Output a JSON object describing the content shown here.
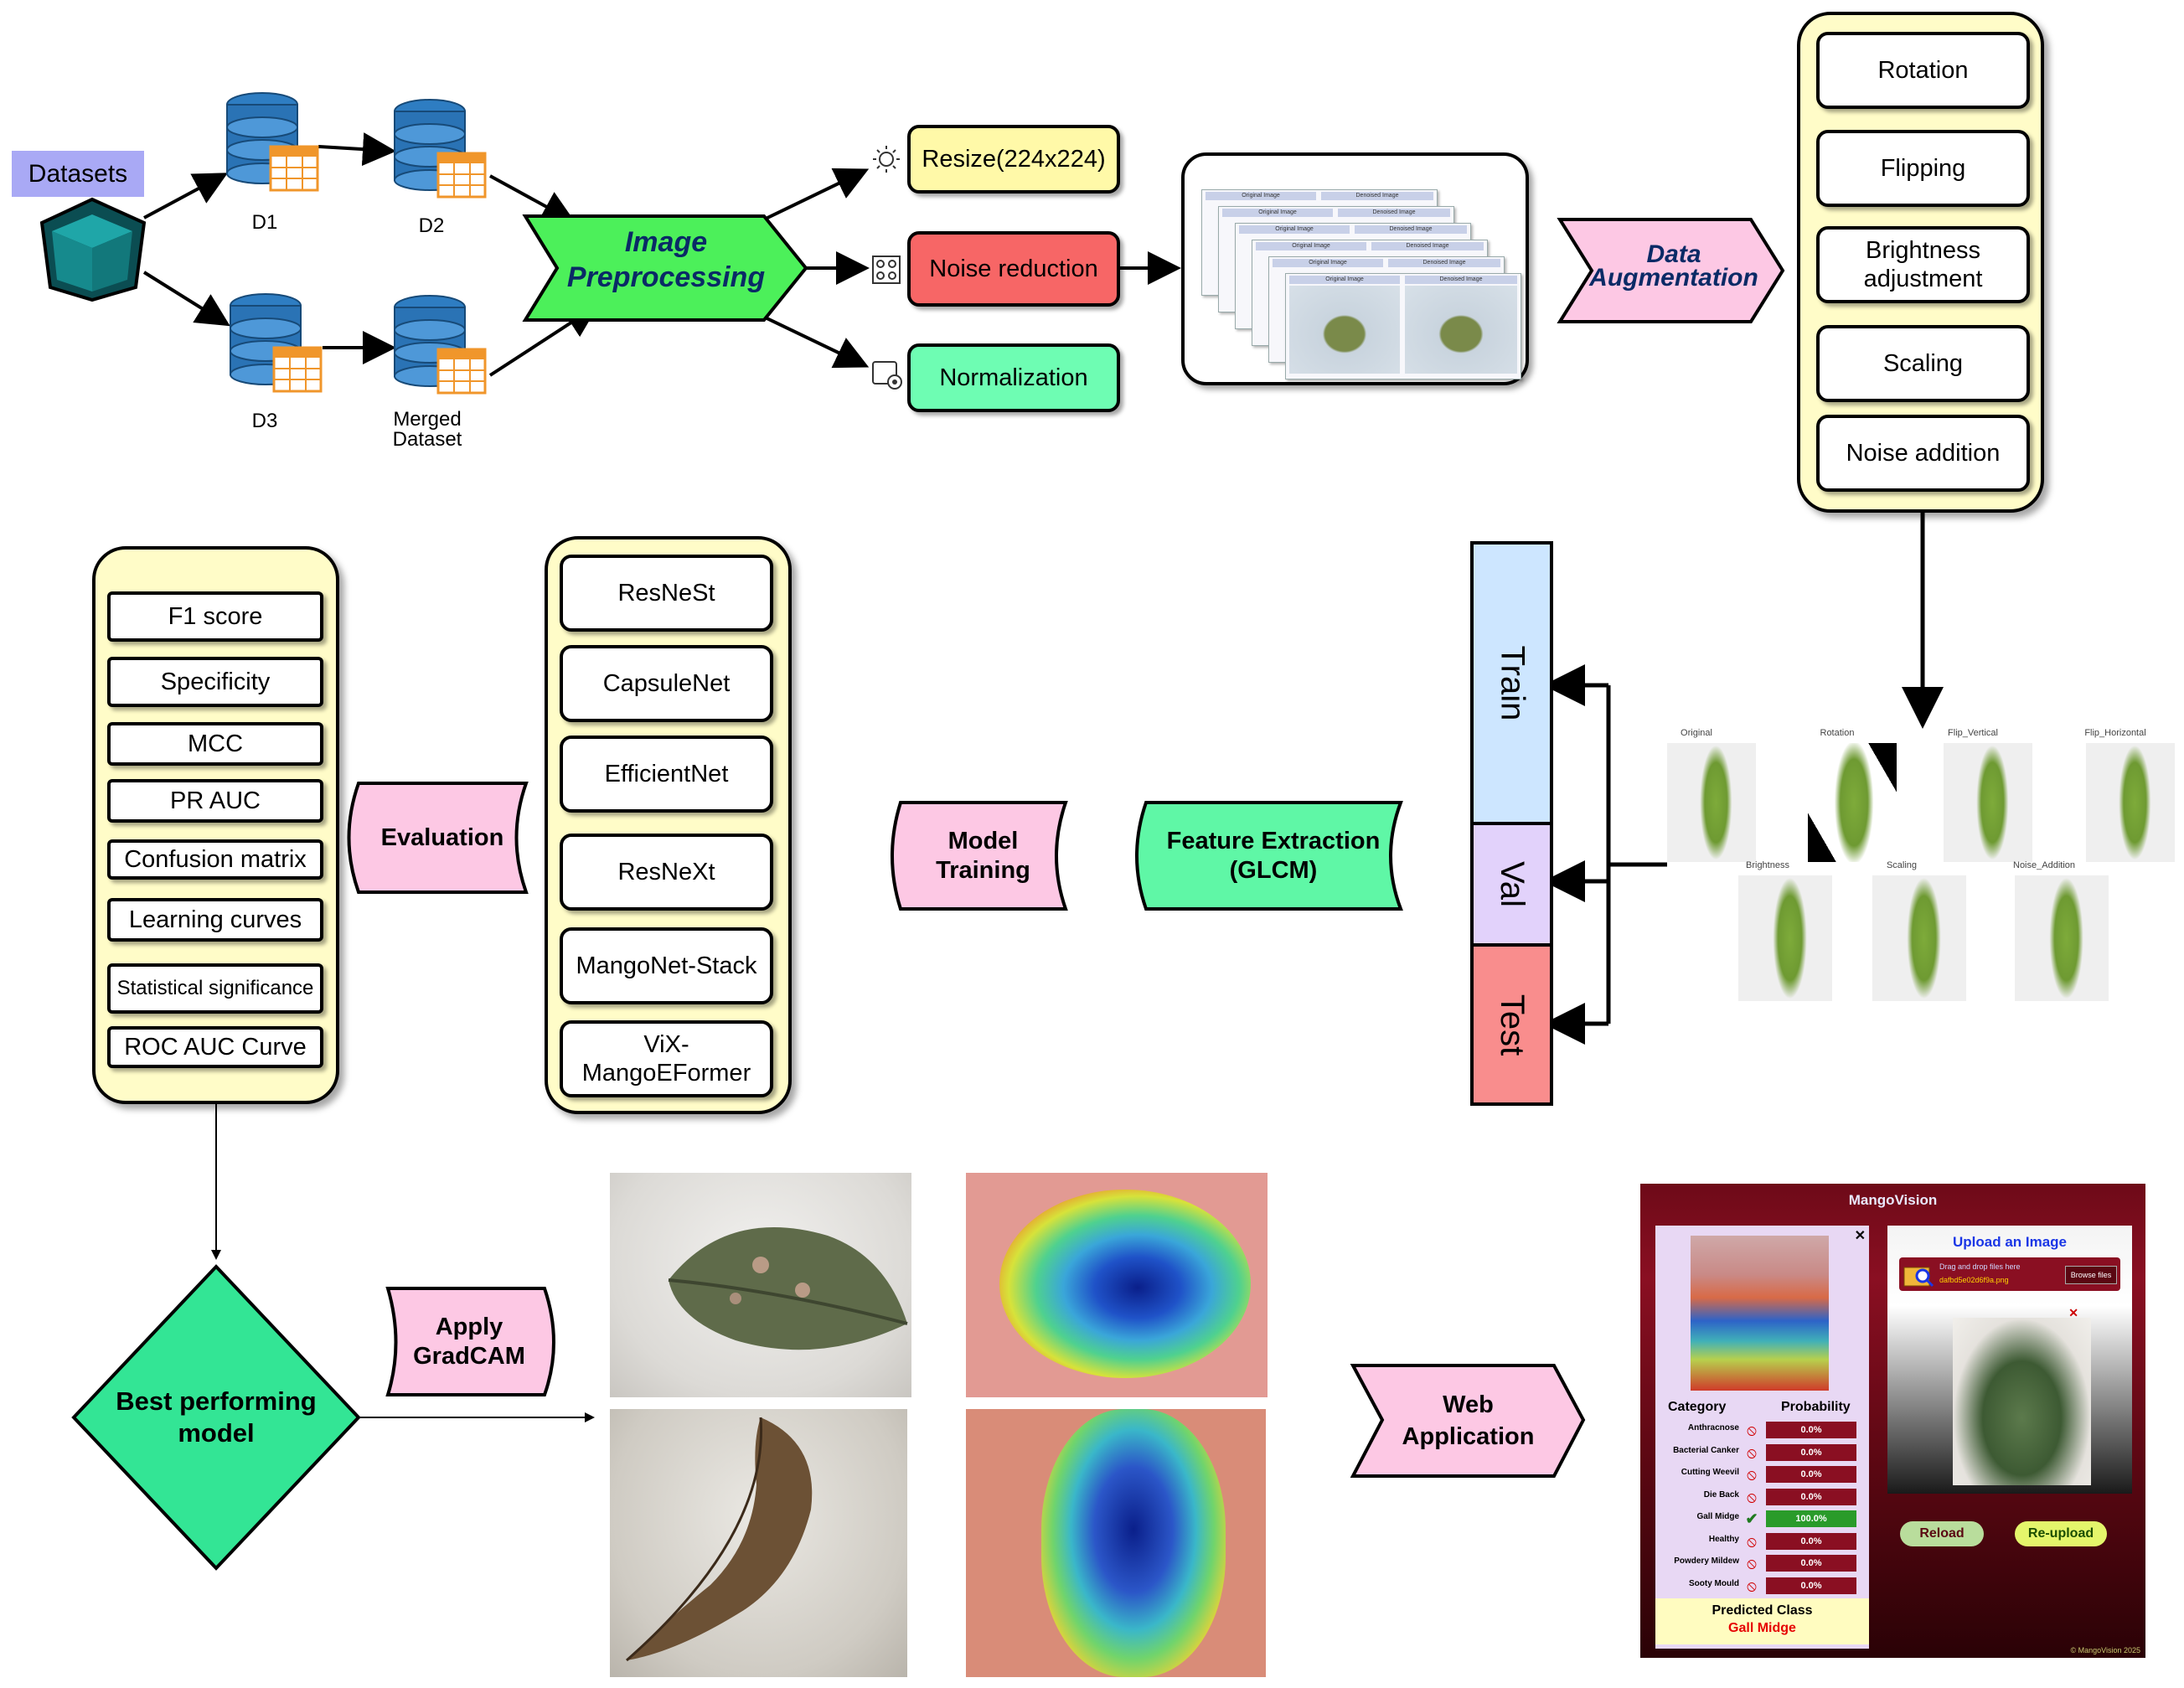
{
  "datasets_label": "Datasets",
  "db_labels": {
    "d1": "D1",
    "d2": "D2",
    "d3": "D3",
    "merged": "Merged\nDataset"
  },
  "preprocessing": {
    "title": "Image\nPreprocessing",
    "resize": "Resize(224x224)",
    "noise": "Noise reduction",
    "normalization": "Normalization"
  },
  "preview_captions": {
    "original": "Original Image",
    "denoised": "Denoised Image"
  },
  "augmentation": {
    "title": "Data\nAugmentation",
    "items": [
      "Rotation",
      "Flipping",
      "Brightness\nadjustment",
      "Scaling",
      "Noise addition"
    ]
  },
  "aug_samples": [
    "Original",
    "Rotation",
    "Flip_Vertical",
    "Flip_Horizontal",
    "Brightness",
    "Scaling",
    "Noise_Addition"
  ],
  "split": {
    "train": "Train",
    "val": "Val",
    "test": "Test"
  },
  "feature_extraction": "Feature Extraction\n(GLCM)",
  "model_training": "Model\nTraining",
  "models": [
    "ResNeSt",
    "CapsuleNet",
    "EfficientNet",
    "ResNeXt",
    "MangoNet-Stack",
    "ViX-\nMangoEFormer"
  ],
  "evaluation": "Evaluation",
  "metrics": [
    "F1 score",
    "Specificity",
    "MCC",
    "PR AUC",
    "Confusion matrix",
    "Learning curves",
    "Statistical significance",
    "ROC AUC Curve"
  ],
  "best_model": "Best performing\nmodel",
  "gradcam": "Apply\nGradCAM",
  "web_app_label": "Web\nApplication",
  "webapp": {
    "title": "MangoVision",
    "upload_title": "Upload an Image",
    "drag_text": "Drag and drop files here",
    "browse": "Browse files",
    "filename": "dafbd5e02d6f9a.png",
    "table_headers": [
      "Category",
      "Probability"
    ],
    "rows": [
      {
        "category": "Anthracnose",
        "probability": "0.0%",
        "icon": "prohibited-icon"
      },
      {
        "category": "Bacterial Canker",
        "probability": "0.0%",
        "icon": "prohibited-icon"
      },
      {
        "category": "Cutting Weevil",
        "probability": "0.0%",
        "icon": "prohibited-icon"
      },
      {
        "category": "Die Back",
        "probability": "0.0%",
        "icon": "prohibited-icon"
      },
      {
        "category": "Gall Midge",
        "probability": "100.0%",
        "icon": "check-icon"
      },
      {
        "category": "Healthy",
        "probability": "0.0%",
        "icon": "prohibited-icon"
      },
      {
        "category": "Powdery Mildew",
        "probability": "0.0%",
        "icon": "prohibited-icon"
      },
      {
        "category": "Sooty Mould",
        "probability": "0.0%",
        "icon": "prohibited-icon"
      }
    ],
    "predicted_label": "Predicted Class",
    "predicted_value": "Gall Midge",
    "reload": "Reload",
    "reupload": "Re-upload",
    "copyright": "© MangoVision 2025"
  },
  "colors": {
    "datasets_bg": "#a9a9f5",
    "resize_bg": "#fff9a8",
    "noise_bg": "#f76666",
    "normalization_bg": "#6efdb3",
    "preprocessing_bg": "#4cf05a",
    "pink": "#fdc8e4",
    "feature_bg": "#5ff7a6",
    "best_model_bg": "#33e595",
    "train_bg": "#cde6ff",
    "val_bg": "#e2d2fb",
    "test_bg": "#f98d8d",
    "panel_bg": "#fffcc8",
    "webapp_bg": "#7a0b1c"
  }
}
